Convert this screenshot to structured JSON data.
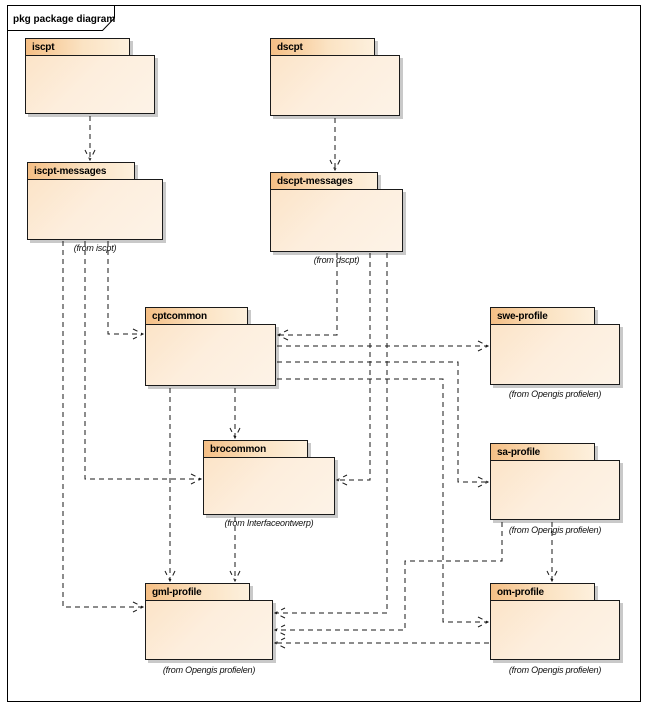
{
  "frame": {
    "label": "pkg package diagram"
  },
  "packages": [
    {
      "name": "iscpt",
      "from": ""
    },
    {
      "name": "dscpt",
      "from": ""
    },
    {
      "name": "iscpt-messages",
      "from": "(from iscpt)"
    },
    {
      "name": "dscpt-messages",
      "from": "(from dscpt)"
    },
    {
      "name": "cptcommon",
      "from": ""
    },
    {
      "name": "swe-profile",
      "from": "(from Opengis profielen)"
    },
    {
      "name": "brocommon",
      "from": "(from Interfaceontwerp)"
    },
    {
      "name": "sa-profile",
      "from": "(from Opengis profielen)"
    },
    {
      "name": "gml-profile",
      "from": "(from Opengis profielen)"
    },
    {
      "name": "om-profile",
      "from": "(from Opengis profielen)"
    }
  ],
  "connections": [
    {
      "from": "iscpt",
      "to": "iscpt-messages",
      "type": "dashed-dependency"
    },
    {
      "from": "dscpt",
      "to": "dscpt-messages",
      "type": "dashed-dependency"
    },
    {
      "from": "iscpt-messages",
      "to": "cptcommon",
      "type": "dashed-dependency"
    },
    {
      "from": "iscpt-messages",
      "to": "brocommon",
      "type": "dashed-dependency"
    },
    {
      "from": "iscpt-messages",
      "to": "gml-profile",
      "type": "dashed-dependency"
    },
    {
      "from": "dscpt-messages",
      "to": "cptcommon",
      "type": "dashed-dependency"
    },
    {
      "from": "dscpt-messages",
      "to": "brocommon",
      "type": "dashed-dependency"
    },
    {
      "from": "dscpt-messages",
      "to": "gml-profile",
      "type": "dashed-dependency"
    },
    {
      "from": "cptcommon",
      "to": "swe-profile",
      "type": "dashed-dependency"
    },
    {
      "from": "cptcommon",
      "to": "sa-profile",
      "type": "dashed-dependency"
    },
    {
      "from": "cptcommon",
      "to": "om-profile",
      "type": "dashed-dependency"
    },
    {
      "from": "cptcommon",
      "to": "brocommon",
      "type": "dashed-dependency"
    },
    {
      "from": "cptcommon",
      "to": "gml-profile",
      "type": "dashed-dependency"
    },
    {
      "from": "brocommon",
      "to": "gml-profile",
      "type": "dashed-dependency"
    },
    {
      "from": "sa-profile",
      "to": "om-profile",
      "type": "dashed-dependency"
    },
    {
      "from": "sa-profile",
      "to": "gml-profile",
      "type": "dashed-dependency"
    },
    {
      "from": "om-profile",
      "to": "gml-profile",
      "type": "dashed-dependency"
    }
  ],
  "colors": {
    "package_tab": "#f5bf85",
    "package_body": "#fdeedd",
    "border": "#1a1a1a",
    "shadow": "#c9c9c9"
  }
}
